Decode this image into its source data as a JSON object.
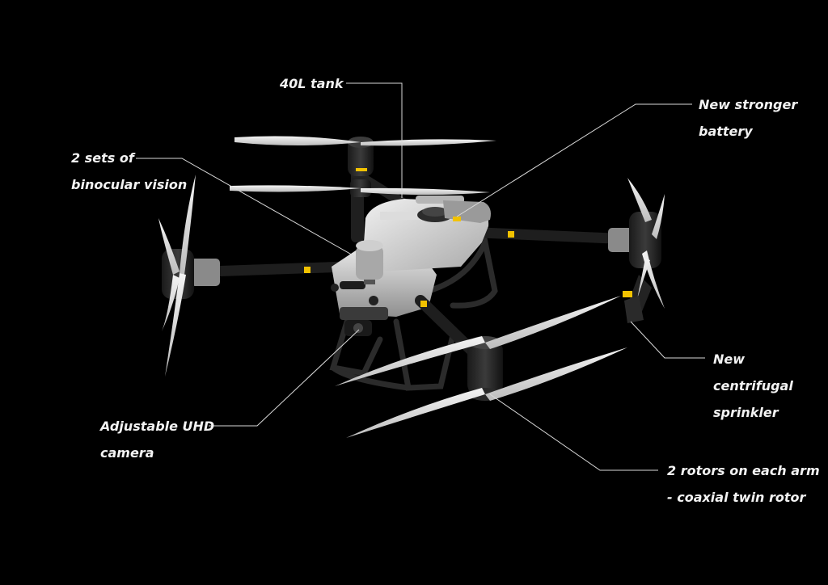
{
  "annotations": {
    "tank": [
      "40L tank"
    ],
    "battery": [
      "New stronger",
      "battery"
    ],
    "vision": [
      "2 sets of",
      "binocular vision"
    ],
    "sprinkler": [
      "New",
      "centrifugal",
      "sprinkler"
    ],
    "camera": [
      "Adjustable UHD",
      "camera"
    ],
    "rotors": [
      "2 rotors on each arm",
      "- coaxial twin rotor"
    ]
  },
  "colors": {
    "background": "#000000",
    "label_text": "#f2f2f2",
    "leader_line": "#d9d9d9",
    "drone_body": "#c9c9c9",
    "drone_dark": "#2a2a2a",
    "propeller": "#e6e6e6",
    "accent": "#f2c200"
  }
}
